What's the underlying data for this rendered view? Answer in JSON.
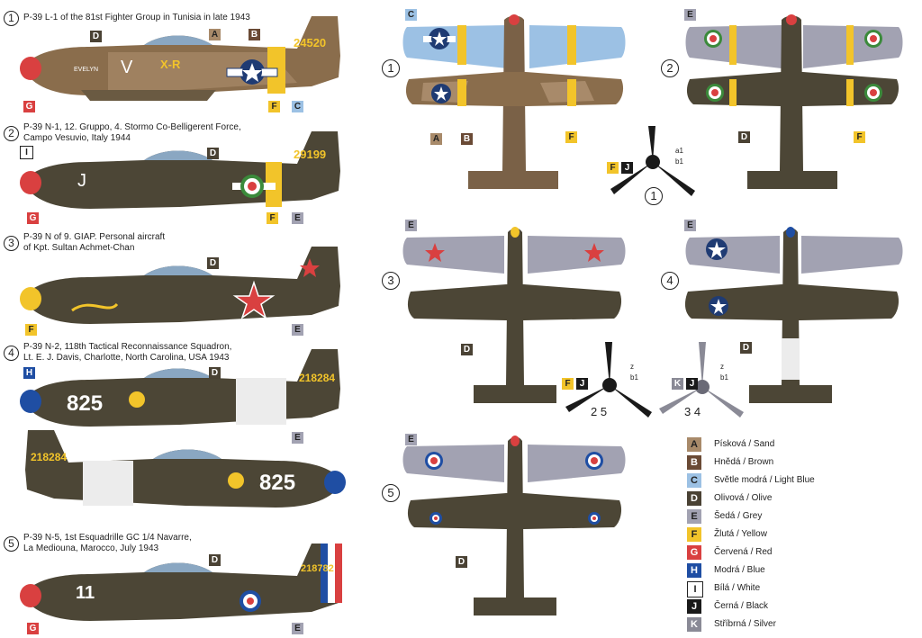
{
  "profiles": [
    {
      "num": "1",
      "title": "P-39 L-1 of the 81st Fighter Group in Tunisia in late 1943"
    },
    {
      "num": "2",
      "title": "P-39 N-1, 12. Gruppo, 4. Stormo Co-Belligerent Force,",
      "title2": "Campo Vesuvio, Italy 1944"
    },
    {
      "num": "3",
      "title": "P-39 N of 9. GIAP. Personal aircraft",
      "title2": "of Kpt. Sultan Achmet-Chan"
    },
    {
      "num": "4",
      "title": "P-39 N-2, 118th Tactical Reconnaissance Squadron,",
      "title2": "Lt. E. J. Davis, Charlotte, North Carolina, USA 1943"
    },
    {
      "num": "5",
      "title": "P-39 N-5, 1st Esquadrille GC 1/4 Navarre,",
      "title2": "La Mediouna, Marocco, July 1943"
    }
  ],
  "aircraft_markings": {
    "a1_serial": "24520",
    "a1_name": "EVELYN",
    "a1_letter": "V",
    "a1_code": "X-R",
    "a2_serial": "29199",
    "a2_letter": "J",
    "a4_serial": "218284",
    "a4_num": "825",
    "a4b_serial": "218284",
    "a4b_num": "825",
    "a5_serial": "218782",
    "a5_num": "11"
  },
  "plan_labels": [
    "1",
    "2",
    "3",
    "4",
    "5"
  ],
  "prop_labels": {
    "p1": "1",
    "p25": "2 5",
    "p34": "3 4",
    "a1": "a1",
    "b1": "b1",
    "z": "z"
  },
  "legend": [
    {
      "code": "A",
      "label": "Písková / Sand",
      "color": "#a88a6a",
      "text": "#222"
    },
    {
      "code": "B",
      "label": "Hnědá / Brown",
      "color": "#6a4a35",
      "text": "#fff"
    },
    {
      "code": "C",
      "label": "Světle modrá / Light Blue",
      "color": "#9cc1e4",
      "text": "#222"
    },
    {
      "code": "D",
      "label": "Olivová / Olive",
      "color": "#4a4234",
      "text": "#fff"
    },
    {
      "code": "E",
      "label": "Šedá / Grey",
      "color": "#a2a2b2",
      "text": "#222"
    },
    {
      "code": "F",
      "label": "Žlutá / Yellow",
      "color": "#f2c42a",
      "text": "#222"
    },
    {
      "code": "G",
      "label": "Červená / Red",
      "color": "#d94040",
      "text": "#fff"
    },
    {
      "code": "H",
      "label": "Modrá / Blue",
      "color": "#1f4ea3",
      "text": "#fff"
    },
    {
      "code": "I",
      "label": "Bílá / White",
      "color": "#ffffff",
      "text": "#222"
    },
    {
      "code": "J",
      "label": "Černá / Black",
      "color": "#1a1a1a",
      "text": "#fff"
    },
    {
      "code": "K",
      "label": "Stříbrná / Silver",
      "color": "#8a8a96",
      "text": "#fff"
    }
  ],
  "colors": {
    "olive": "#4c4636",
    "sand": "#a88a6a",
    "brown": "#6a4a35",
    "lightblue": "#9cc1e4",
    "grey": "#a2a2b2",
    "yellow": "#f2c42a",
    "red": "#d94040",
    "blue": "#1f4ea3"
  }
}
